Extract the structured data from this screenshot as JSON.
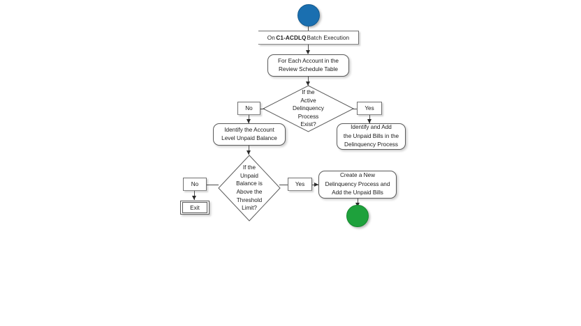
{
  "diagram": {
    "title": "Delinquency Process Batch Flowchart",
    "colors": {
      "start_node": "#1a6fb0",
      "end_node": "#1ea13c",
      "line": "#4a4a4a",
      "text": "#1a1a1a",
      "background": "#ffffff"
    }
  },
  "nodes": {
    "start": {
      "type": "start-terminator",
      "label": ""
    },
    "event": {
      "type": "event-banner",
      "prefix": "On ",
      "code": "C1-ACDLQ",
      "suffix": " Batch Execution",
      "full_text": "On C1-ACDLQ Batch Execution"
    },
    "loop": {
      "type": "process",
      "line1": "For Each Account in the",
      "line2": "Review Schedule Table"
    },
    "decision1": {
      "type": "decision",
      "line1": "If the",
      "line2": "Active",
      "line3": "Delinquency",
      "line4": "Process",
      "line5": "Exist?"
    },
    "identify_balance": {
      "type": "process",
      "line1": "Identify the  Account",
      "line2": "Level Unpaid Balance"
    },
    "identify_add_bills": {
      "type": "process",
      "line1": "Identify and Add",
      "line2": "the Unpaid Bills in the",
      "line3": "Delinquency Process"
    },
    "decision2": {
      "type": "decision",
      "line1": "If the",
      "line2": "Unpaid",
      "line3": "Balance is",
      "line4": "Above the",
      "line5": "Threshold",
      "line6": "Limit?"
    },
    "exit": {
      "type": "end-terminator",
      "label": "Exit"
    },
    "create_process": {
      "type": "process",
      "line1": "Create a New",
      "line2": "Delinquency Process and",
      "line3": "Add the Unpaid Bills"
    },
    "end": {
      "type": "end-terminator",
      "label": ""
    }
  },
  "edges": {
    "d1_no": "No",
    "d1_yes": "Yes",
    "d2_no": "No",
    "d2_yes": "Yes"
  }
}
